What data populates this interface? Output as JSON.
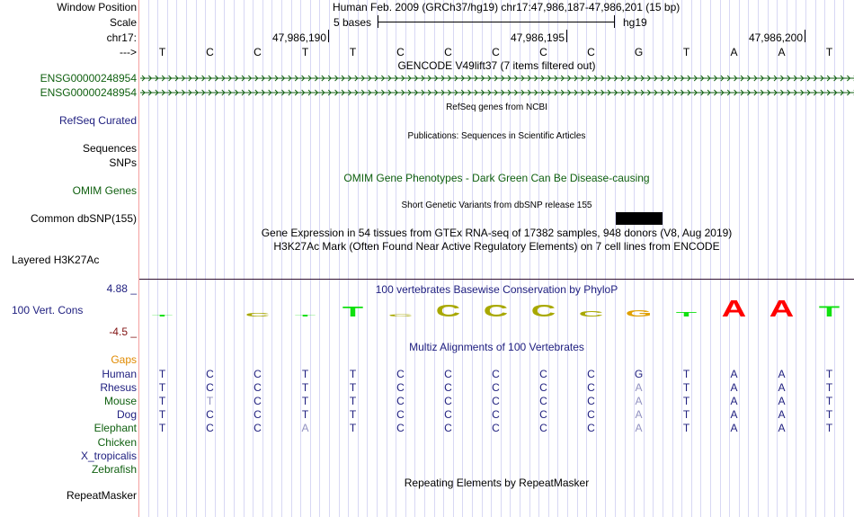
{
  "labels": {
    "window_position": "Window Position",
    "scale": "Scale",
    "chrom": "chr17:",
    "strand": "--->",
    "gene1": "ENSG00000248954",
    "gene2": "ENSG00000248954",
    "refseq": "RefSeq Curated",
    "sequences": "Sequences",
    "snps": "SNPs",
    "omim": "OMIM Genes",
    "dbsnp": "Common dbSNP(155)",
    "h3k27ac": "Layered H3K27Ac",
    "cons_max": "4.88 _",
    "cons": "100 Vert. Cons",
    "cons_min": "-4.5 _",
    "gaps": "Gaps",
    "repeatmasker": "RepeatMasker"
  },
  "header": {
    "assembly": "Human Feb. 2009 (GRCh37/hg19)   chr17:47,986,187-47,986,201 (15 bp)",
    "scale_text": "5 bases",
    "scale_db": "hg19"
  },
  "ruler_ticks": [
    "47,986,190",
    "47,986,195",
    "47,986,200"
  ],
  "sequence": [
    "T",
    "C",
    "C",
    "T",
    "T",
    "C",
    "C",
    "C",
    "C",
    "C",
    "G",
    "T",
    "A",
    "A",
    "T"
  ],
  "track_titles": {
    "gencode": "GENCODE V49lift37 (7 items filtered out)",
    "refseq": "RefSeq genes from NCBI",
    "publications": "Publications: Sequences in Scientific Articles",
    "omim": "OMIM Gene Phenotypes - Dark Green Can Be Disease-causing",
    "dbsnp": "Short Genetic Variants from dbSNP release 155",
    "gtex": "Gene Expression in 54 tissues from GTEx RNA-seq of 17382 samples, 948 donors (V8, Aug 2019)",
    "h3k27ac": "H3K27Ac Mark (Often Found Near Active Regulatory Elements) on 7 cell lines from ENCODE",
    "phylop": "100 vertebrates Basewise Conservation by PhyloP",
    "multiz": "Multiz Alignments of 100 Vertebrates",
    "repeats": "Repeating Elements by RepeatMasker"
  },
  "conservation_scores": [
    0.3,
    0,
    0.9,
    0.3,
    2.6,
    0.6,
    3.0,
    3.0,
    3.0,
    1.3,
    1.6,
    1.2,
    4.3,
    4.3,
    2.7
  ],
  "dbsnp_base_index": 10,
  "species": [
    {
      "name": "Human",
      "color": "#202080",
      "bases": [
        "T",
        "C",
        "C",
        "T",
        "T",
        "C",
        "C",
        "C",
        "C",
        "C",
        "G",
        "T",
        "A",
        "A",
        "T"
      ],
      "dim": []
    },
    {
      "name": "Rhesus",
      "color": "#202080",
      "bases": [
        "T",
        "C",
        "C",
        "T",
        "T",
        "C",
        "C",
        "C",
        "C",
        "C",
        "A",
        "T",
        "A",
        "A",
        "T"
      ],
      "dim": [
        10
      ]
    },
    {
      "name": "Mouse",
      "color": "#106010",
      "bases": [
        "T",
        "T",
        "C",
        "T",
        "T",
        "C",
        "C",
        "C",
        "C",
        "C",
        "A",
        "T",
        "A",
        "A",
        "T"
      ],
      "dim": [
        1,
        10
      ]
    },
    {
      "name": "Dog",
      "color": "#202080",
      "bases": [
        "T",
        "C",
        "C",
        "T",
        "T",
        "C",
        "C",
        "C",
        "C",
        "C",
        "A",
        "T",
        "A",
        "A",
        "T"
      ],
      "dim": [
        10
      ]
    },
    {
      "name": "Elephant",
      "color": "#106010",
      "bases": [
        "T",
        "C",
        "C",
        "A",
        "T",
        "C",
        "C",
        "C",
        "C",
        "C",
        "A",
        "T",
        "A",
        "A",
        "T"
      ],
      "dim": [
        3,
        10
      ]
    },
    {
      "name": "Chicken",
      "color": "#106010",
      "bases": [],
      "dim": []
    },
    {
      "name": "X_tropicalis",
      "color": "#202080",
      "bases": [],
      "dim": []
    },
    {
      "name": "Zebrafish",
      "color": "#106010",
      "bases": [],
      "dim": []
    }
  ],
  "colors": {
    "A": "#ff0000",
    "C": "#a8a800",
    "T": "#10e010",
    "G": "#e0a000",
    "gaps": "#e08a00",
    "min": "#801010",
    "navy": "#202080",
    "green": "#106010"
  }
}
